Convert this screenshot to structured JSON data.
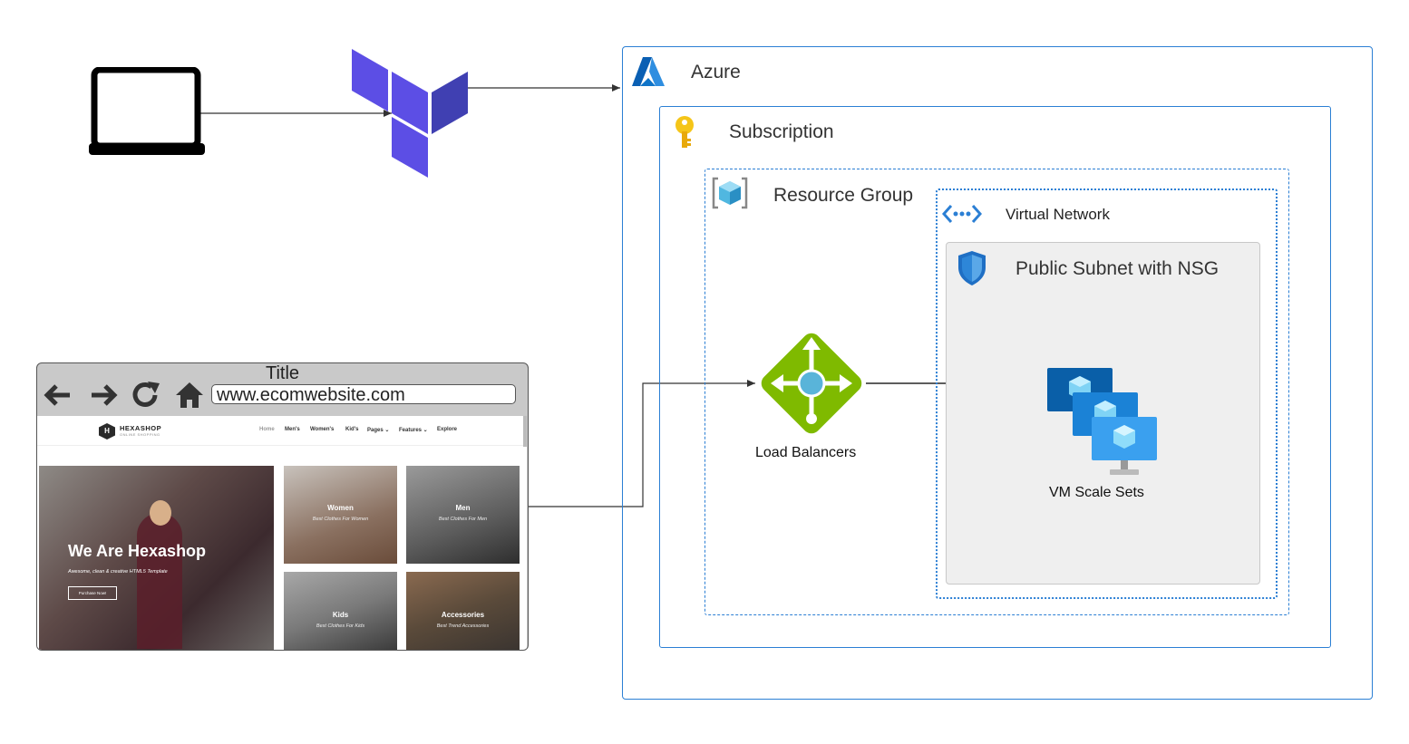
{
  "diagram": {
    "azure_label": "Azure",
    "subscription_label": "Subscription",
    "resource_group_label": "Resource Group",
    "virtual_network_label": "Virtual Network",
    "subnet_label": "Public Subnet with NSG",
    "load_balancer_label": "Load Balancers",
    "vmss_label": "VM Scale Sets"
  },
  "browser": {
    "title": "Title",
    "url": "www.ecomwebsite.com"
  },
  "website": {
    "logo_letter": "H",
    "logo_name": "HEXASHOP",
    "logo_tagline": "ONLINE SHOPPING",
    "nav": [
      "Home",
      "Men's",
      "Women's",
      "Kid's",
      "Pages ⌄",
      "Features ⌄",
      "Explore"
    ],
    "hero_title": "We Are Hexashop",
    "hero_subtitle": "Awesome, clean & creative HTML5 Template",
    "hero_button": "Purchase Now!",
    "tiles": [
      {
        "title": "Women",
        "subtitle": "Best Clothes For Women"
      },
      {
        "title": "Men",
        "subtitle": "Best Clothes For Men"
      },
      {
        "title": "Kids",
        "subtitle": "Best Clothes For Kids"
      },
      {
        "title": "Accessories",
        "subtitle": "Best Trend Accessories"
      }
    ]
  },
  "colors": {
    "azure_blue": "#2b7fd4",
    "terraform_purple": "#5c4ee5",
    "load_balancer_green": "#7fba00",
    "vm_blue": "#0078d4"
  },
  "icons": [
    "laptop-icon",
    "terraform-logo-icon",
    "azure-logo-icon",
    "key-icon",
    "resource-group-icon",
    "virtual-network-icon",
    "nsg-shield-icon",
    "load-balancer-icon",
    "vm-scale-set-icon"
  ]
}
